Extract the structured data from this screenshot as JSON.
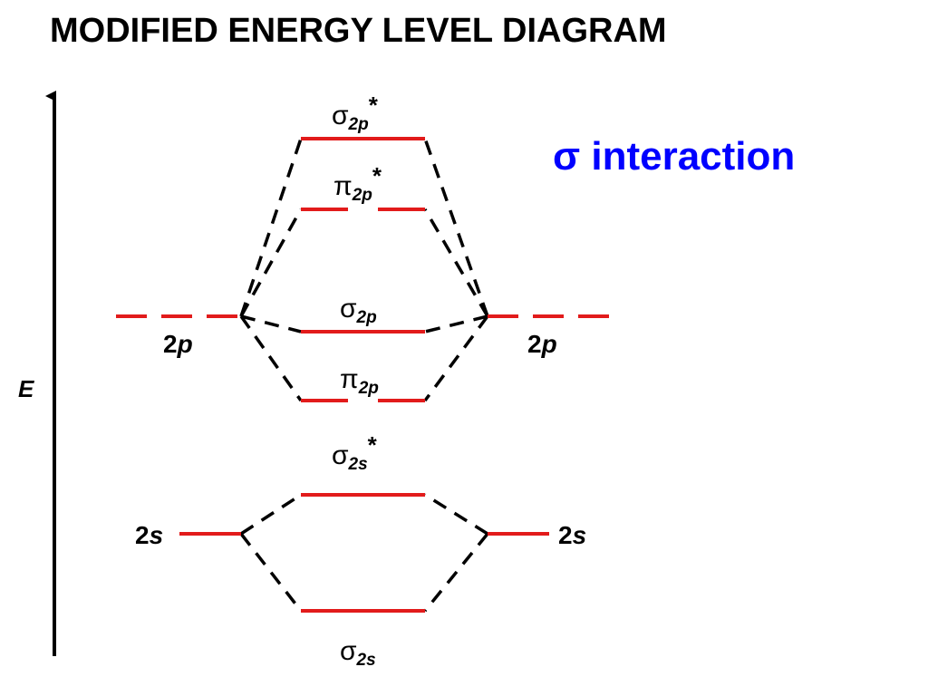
{
  "title": "MODIFIED ENERGY LEVEL DIAGRAM",
  "interaction": {
    "symbol": "σ",
    "text": "interaction",
    "color": "#0000ff"
  },
  "axis": {
    "label": "E"
  },
  "colors": {
    "level_line": "#e21b1b",
    "connector": "#000000",
    "annotation": "#0000ff"
  },
  "atomic_orbitals": {
    "left_2p": {
      "main": "2",
      "sub": "p"
    },
    "right_2p": {
      "main": "2",
      "sub": "p"
    },
    "left_2s": {
      "main": "2",
      "sub": "s"
    },
    "right_2s": {
      "main": "2",
      "sub": "s"
    }
  },
  "molecular_orbitals": {
    "sigma_2p_star": {
      "symbol": "σ",
      "sub": "2p",
      "star": "*"
    },
    "pi_2p_star": {
      "symbol": "π",
      "sub": "2p",
      "star": "*"
    },
    "sigma_2p": {
      "symbol": "σ",
      "sub": "2p",
      "star": ""
    },
    "pi_2p": {
      "symbol": "π",
      "sub": "2p",
      "star": ""
    },
    "sigma_2s_star": {
      "symbol": "σ",
      "sub": "2s",
      "star": "*"
    },
    "sigma_2s": {
      "symbol": "σ",
      "sub": "2s",
      "star": ""
    }
  }
}
